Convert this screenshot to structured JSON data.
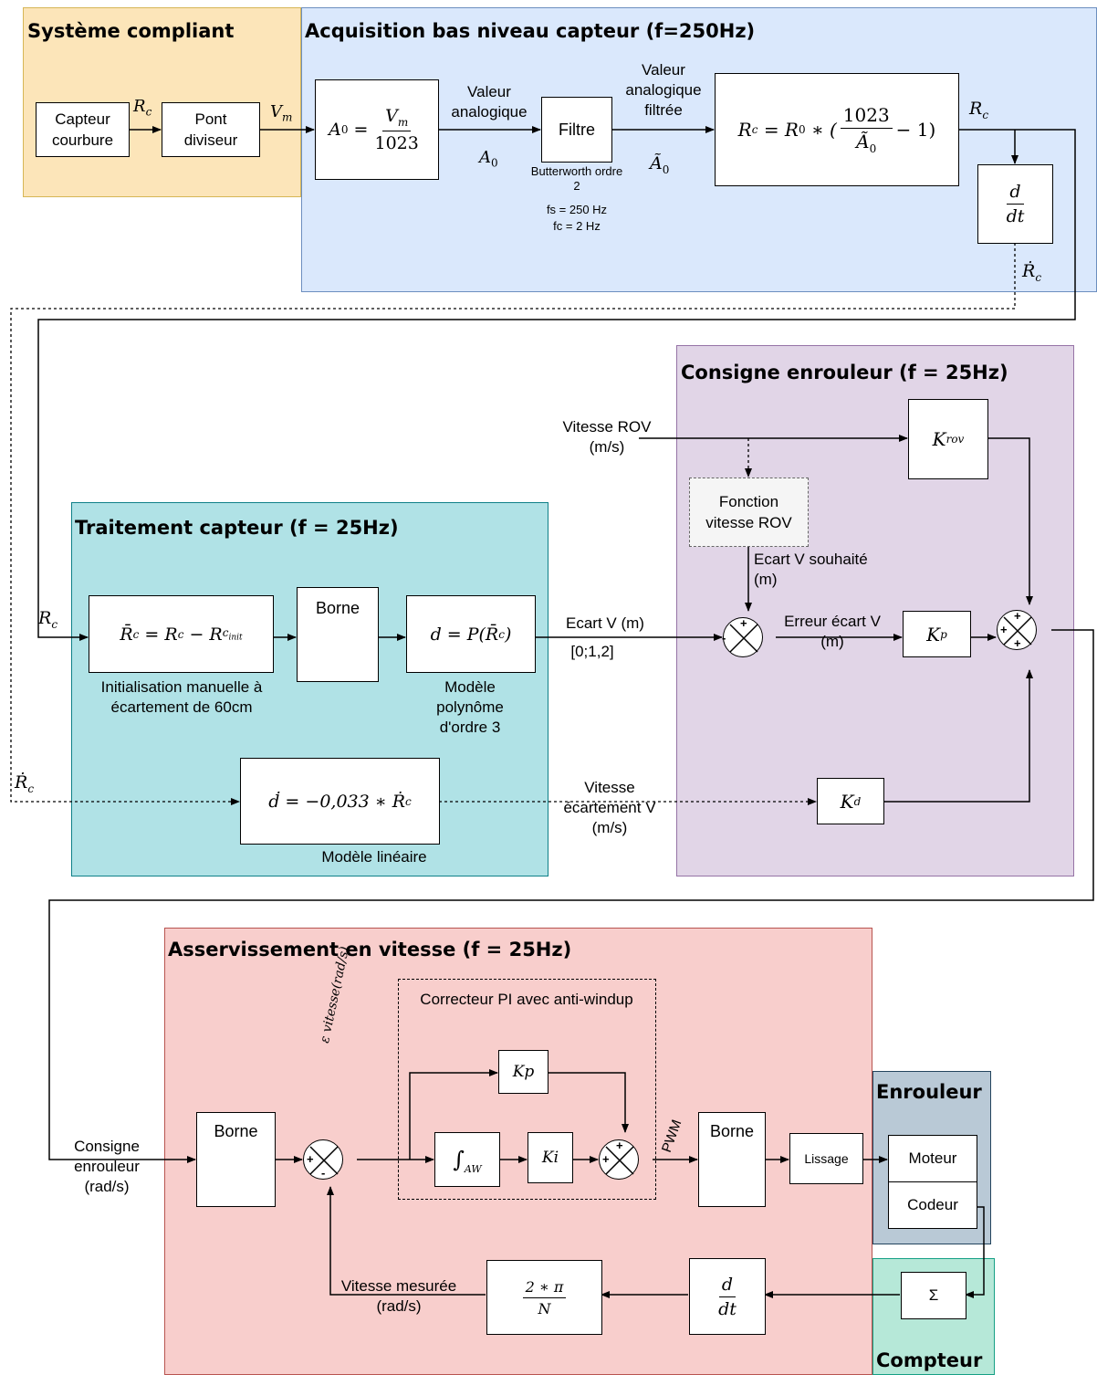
{
  "colors": {
    "compliant": "#fce5b9",
    "acquisition": "#dae8fc",
    "consigne": "#e1d5e7",
    "traitement": "#b0e2e6",
    "asserv": "#f8cecc",
    "enrouleur": "#b9c9d6",
    "compteur": "#b6e8d8"
  },
  "regions": {
    "compliant": "Système compliant",
    "acquisition": "Acquisition bas niveau capteur (f=250Hz)",
    "consigne": "Consigne enrouleur (f = 25Hz)",
    "traitement": "Traitement capteur (f = 25Hz)",
    "asserv": "Asservissement en vitesse (f = 25Hz)",
    "enrouleur": "Enrouleur",
    "compteur": "Compteur"
  },
  "top": {
    "capteur": "Capteur courbure",
    "pont": "Pont diviseur",
    "rc1": "R",
    "rc1_sub": "c",
    "vm": "V",
    "vm_sub": "m",
    "a0_lhs": "A",
    "a0_num": "V",
    "a0_den": "1023",
    "valeur_analogique": "Valeur analogique",
    "a0_label": "A",
    "filtre": "Filtre",
    "butterworth": "Butterworth ordre 2",
    "fs": "fs = 250 Hz",
    "fc": "fc = 2 Hz",
    "valeur_filtree": "Valeur analogique filtrée",
    "a0_tilde": "Ã",
    "rc_formula_lhs": "R",
    "rc_formula_mid": "= R",
    "rc_formula_num": "1023",
    "rc_formula_tail": "− 1)",
    "rc_out": "R",
    "d_num": "d",
    "d_den": "dt",
    "rc_dot": "Ṙ"
  },
  "consigne": {
    "vitesse_rov": "Vitesse ROV (m/s)",
    "krov": "K",
    "krov_sub": "rov",
    "fonction": "Fonction vitesse ROV",
    "ecart_souhaite": "Ecart V souhaité (m)",
    "erreur": "Erreur écart V (m)",
    "kp": "K",
    "kp_sub": "p",
    "kd": "K",
    "kd_sub": "d",
    "ecart_v": "Ecart V (m)",
    "range": "[0;1,2]",
    "vitesse_ecartement": "Vitesse écartement V (m/s)"
  },
  "traitement": {
    "rc_in": "R",
    "rc_dot_in": "Ṙ",
    "rbar_formula": "R̄",
    "init_label": "Initialisation manuelle à écartement de 60cm",
    "borne": "Borne",
    "poly_formula": "d = P(R̄",
    "poly_label": "Modèle polynôme d'ordre 3",
    "lin_formula": "ḋ = −0,033 ∗ Ṙ",
    "lin_label": "Modèle linéaire"
  },
  "asserv": {
    "consigne_label": "Consigne enrouleur (rad/s)",
    "borne1": "Borne",
    "epsilon": "ε vitesse(rad/s)",
    "pi_label": "Correcteur PI avec anti-windup",
    "kp": "Kp",
    "ki": "Ki",
    "int_sub": "AW",
    "pwm": "PWM",
    "borne2": "Borne",
    "lissage": "Lissage",
    "moteur": "Moteur",
    "codeur": "Codeur",
    "sigma": "Σ",
    "d_num": "d",
    "d_den": "dt",
    "conv_num": "2 ∗ π",
    "conv_den": "N",
    "vitesse_mesuree": "Vitesse mesurée (rad/s)"
  }
}
